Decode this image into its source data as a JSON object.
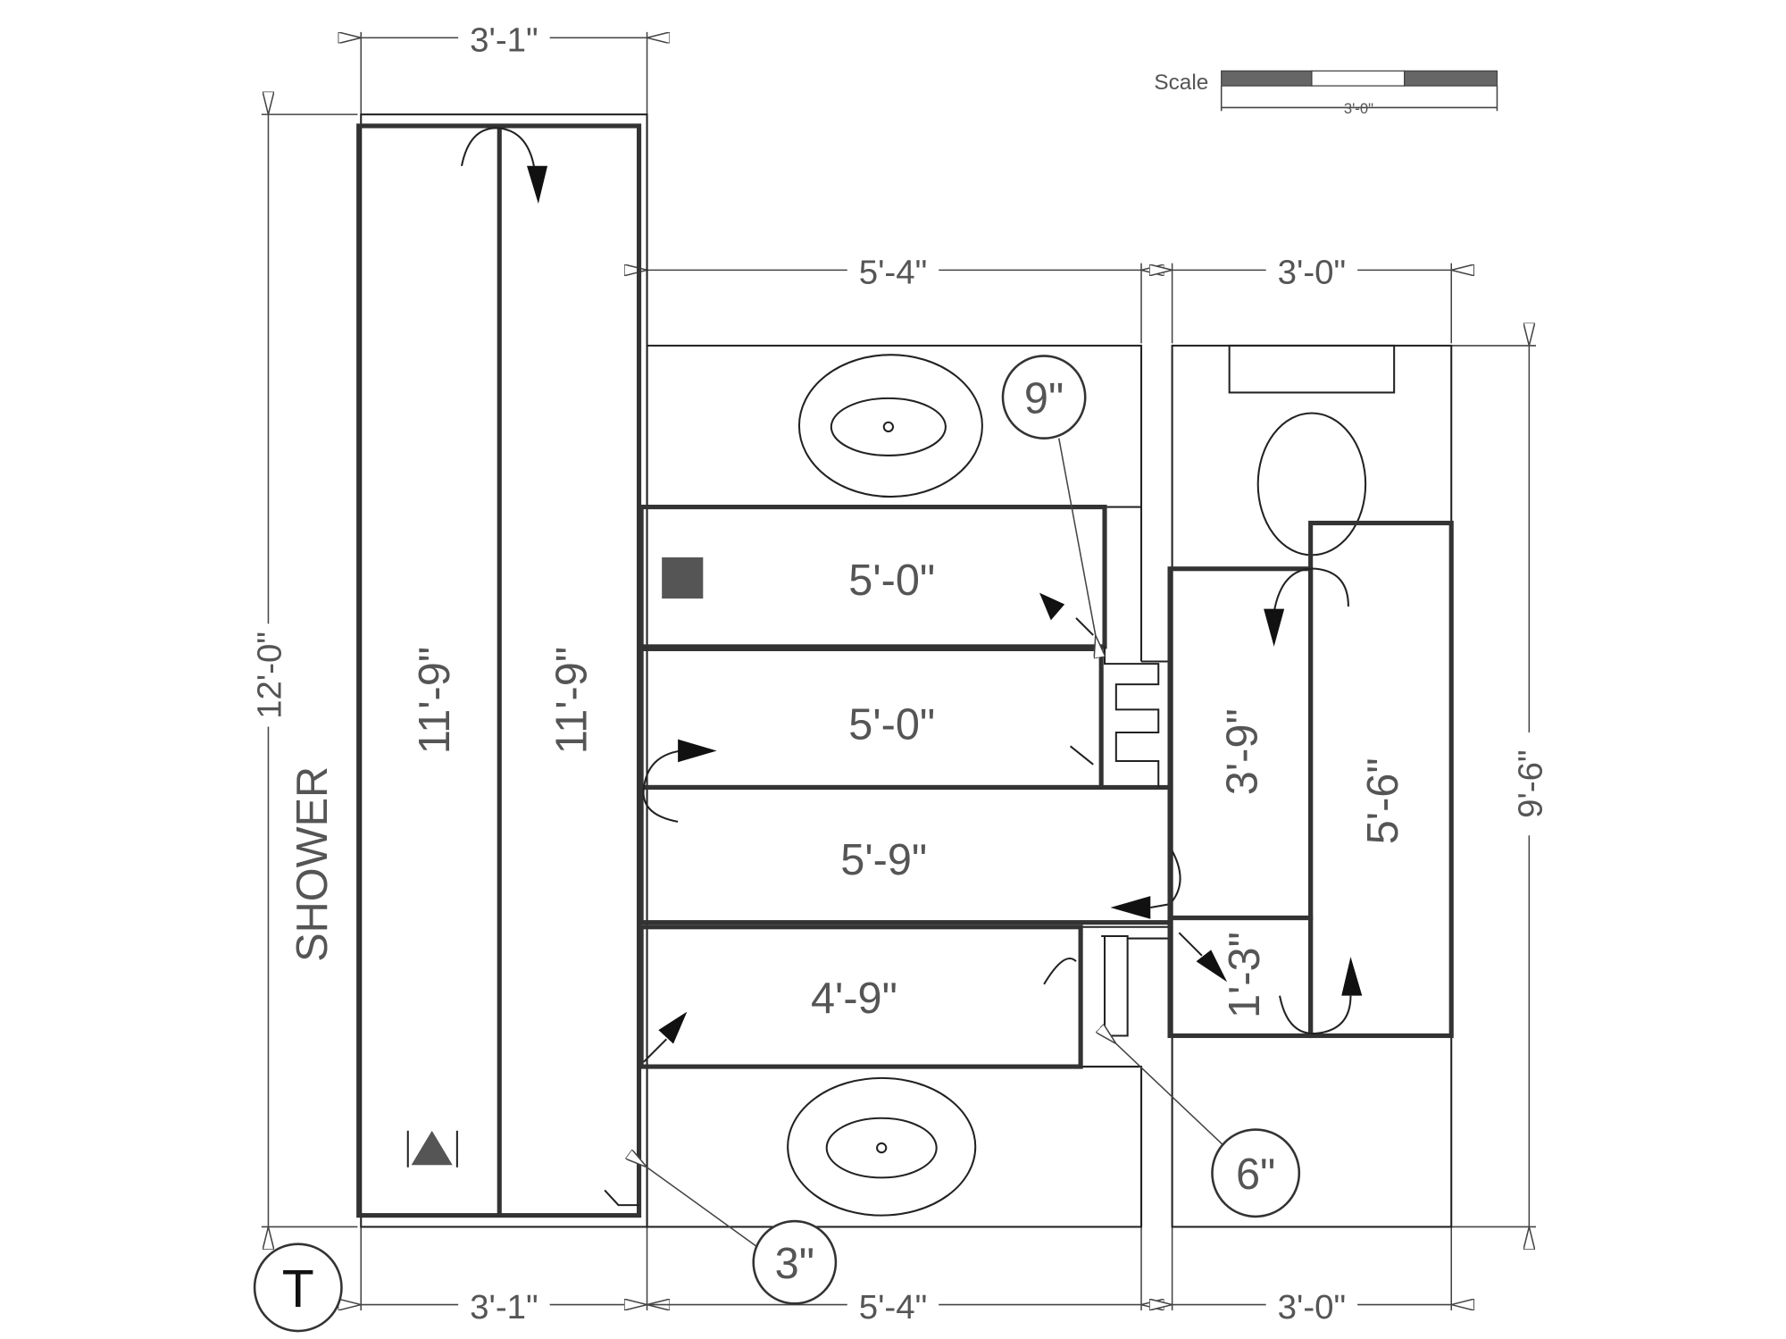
{
  "scale": {
    "label": "Scale",
    "length": "3'-0\""
  },
  "dimensions": {
    "top_shower_width": "3'-1\"",
    "top_vanity_width": "5'-4\"",
    "top_toilet_width": "3'-0\"",
    "bottom_shower_width": "3'-1\"",
    "bottom_vanity_width": "5'-4\"",
    "bottom_toilet_width": "3'-0\"",
    "left_height": "12'-0\"",
    "right_height": "9'-6\""
  },
  "rooms": {
    "shower": "SHOWER"
  },
  "panels": {
    "shower_left": "11'-9\"",
    "shower_right": "11'-9\"",
    "vanity_1": "5'-0\"",
    "vanity_2": "5'-0\"",
    "vanity_3": "5'-9\"",
    "vanity_4": "4'-9\"",
    "toilet_1": "3'-9\"",
    "toilet_2": "5'-6\"",
    "toilet_3": "1'-3\""
  },
  "callouts": {
    "nine": "9\"",
    "six": "6\"",
    "three": "3\""
  },
  "marker": {
    "t": "T"
  },
  "colors": {
    "line": "#222222",
    "text": "#555555",
    "fill": "#555555"
  }
}
